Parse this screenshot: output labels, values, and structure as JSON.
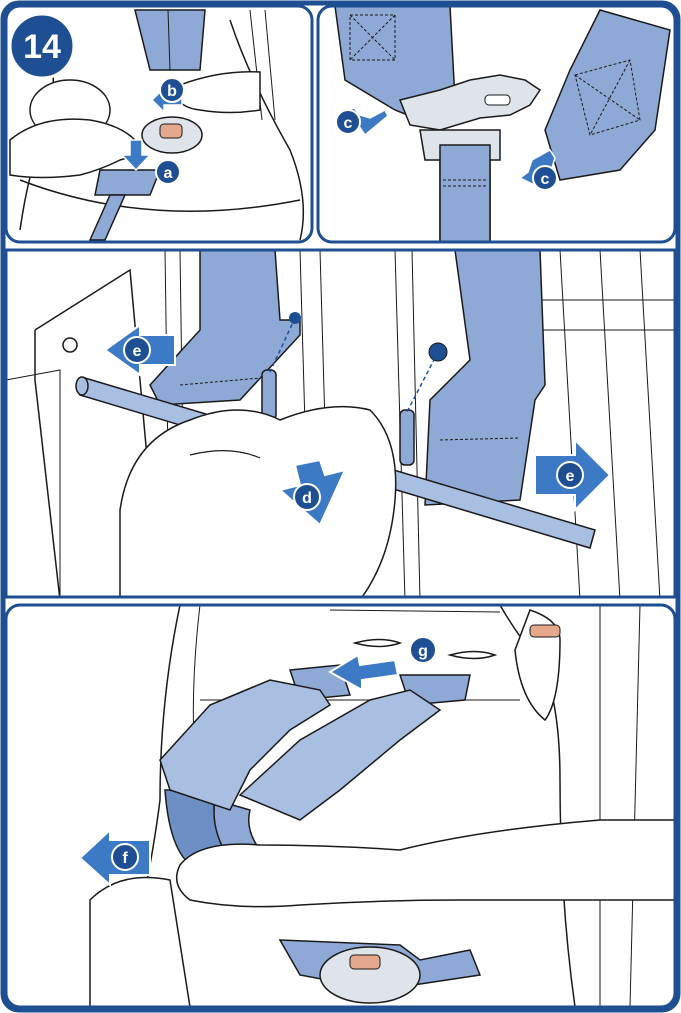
{
  "step_number": "14",
  "colors": {
    "frame": "#1e4f92",
    "strap": "#8ea9d6",
    "strap_dark": "#6e8fc6",
    "arrow": "#3d7ac6",
    "badge": "#1e4f92",
    "skin": "#ffffff",
    "line": "#1a1a1a"
  },
  "labels": {
    "a": "a",
    "b": "b",
    "c": "c",
    "d": "d",
    "e": "e",
    "f": "f",
    "g": "g"
  },
  "panels": [
    {
      "id": "buckle-press",
      "icon": "buckle-release-icon"
    },
    {
      "id": "buckle-tongues",
      "icon": "belt-tongue-icon"
    },
    {
      "id": "harness-bar",
      "icon": "harness-bar-icon"
    },
    {
      "id": "shoulder-straps",
      "icon": "shoulder-pad-icon"
    }
  ]
}
